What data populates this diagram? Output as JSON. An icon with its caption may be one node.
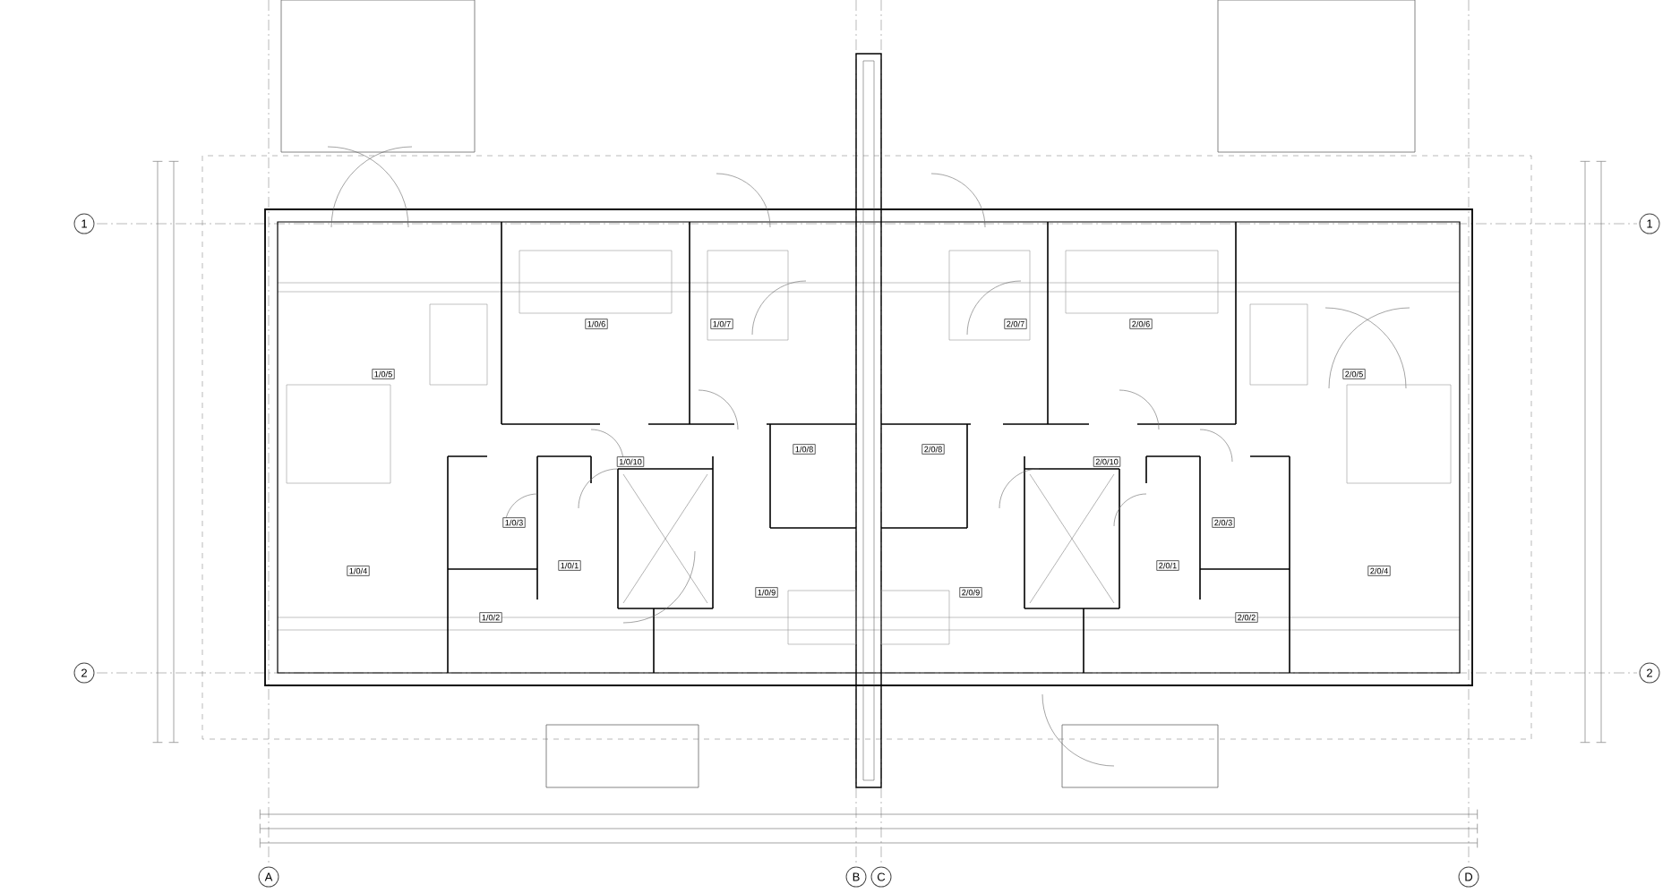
{
  "diagram": {
    "nodes": [
      {
        "text": [
          "1"
        ]
      },
      {
        "text": [
          "1"
        ]
      },
      {
        "text": [
          "1/0/6"
        ]
      },
      {
        "text": [
          "1/0/7"
        ]
      },
      {
        "text": [
          "2/0/7"
        ]
      },
      {
        "text": [
          "2/0/6"
        ]
      },
      {
        "text": [
          "1/0/5"
        ]
      },
      {
        "text": [
          "2/0/5"
        ]
      },
      {
        "text": [
          "1/0/8"
        ]
      },
      {
        "text": [
          "2/0/8"
        ]
      },
      {
        "text": [
          "1/0/10"
        ]
      },
      {
        "text": [
          "2/0/10"
        ]
      },
      {
        "text": [
          "1/0/3"
        ]
      },
      {
        "text": [
          "2/0/3"
        ]
      },
      {
        "text": [
          "1/0/1"
        ]
      },
      {
        "text": [
          "2/0/1"
        ]
      },
      {
        "text": [
          "1/0/4"
        ]
      },
      {
        "text": [
          "2/0/4"
        ]
      },
      {
        "text": [
          "1/0/9"
        ]
      },
      {
        "text": [
          "2/0/9"
        ]
      },
      {
        "text": [
          "1/0/2"
        ]
      },
      {
        "text": [
          "2/0/2"
        ]
      },
      {
        "text": [
          "2"
        ]
      },
      {
        "text": [
          "2"
        ]
      },
      {
        "text": [
          "A"
        ]
      },
      {
        "text": [
          "B"
        ]
      },
      {
        "text": [
          "C"
        ]
      },
      {
        "text": [
          "D"
        ]
      }
    ]
  }
}
